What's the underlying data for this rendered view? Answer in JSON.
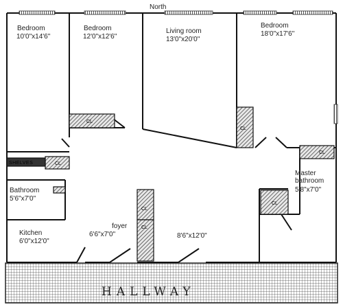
{
  "compass": {
    "north": "North"
  },
  "rooms": [
    {
      "id": "bedroom-1",
      "name": "Bedroom",
      "dims": "10'0\"x14'6\""
    },
    {
      "id": "bedroom-2",
      "name": "Bedroom",
      "dims": "12'0\"x12'6\""
    },
    {
      "id": "living-room",
      "name": "Living room",
      "dims": "13'0\"x20'0\""
    },
    {
      "id": "bedroom-3",
      "name": "Bedroom",
      "dims": "18'0\"x17'6\""
    },
    {
      "id": "bathroom",
      "name": "Bathroom",
      "dims": "5'6\"x7'0\""
    },
    {
      "id": "kitchen",
      "name": "Kitchen",
      "dims": "6'0\"x12'0\""
    },
    {
      "id": "foyer",
      "name": "foyer",
      "dims": "6'6\"x7'0\""
    },
    {
      "id": "dining",
      "name": "",
      "dims": "8'6\"x12'0\""
    },
    {
      "id": "master-bathroom",
      "name": "Master bathroom",
      "dims": "5'8\"x7'0\""
    }
  ],
  "features": {
    "closet_label": "CL",
    "shelves_label": "SHELVES",
    "hallway_label": "HALLWAY"
  }
}
